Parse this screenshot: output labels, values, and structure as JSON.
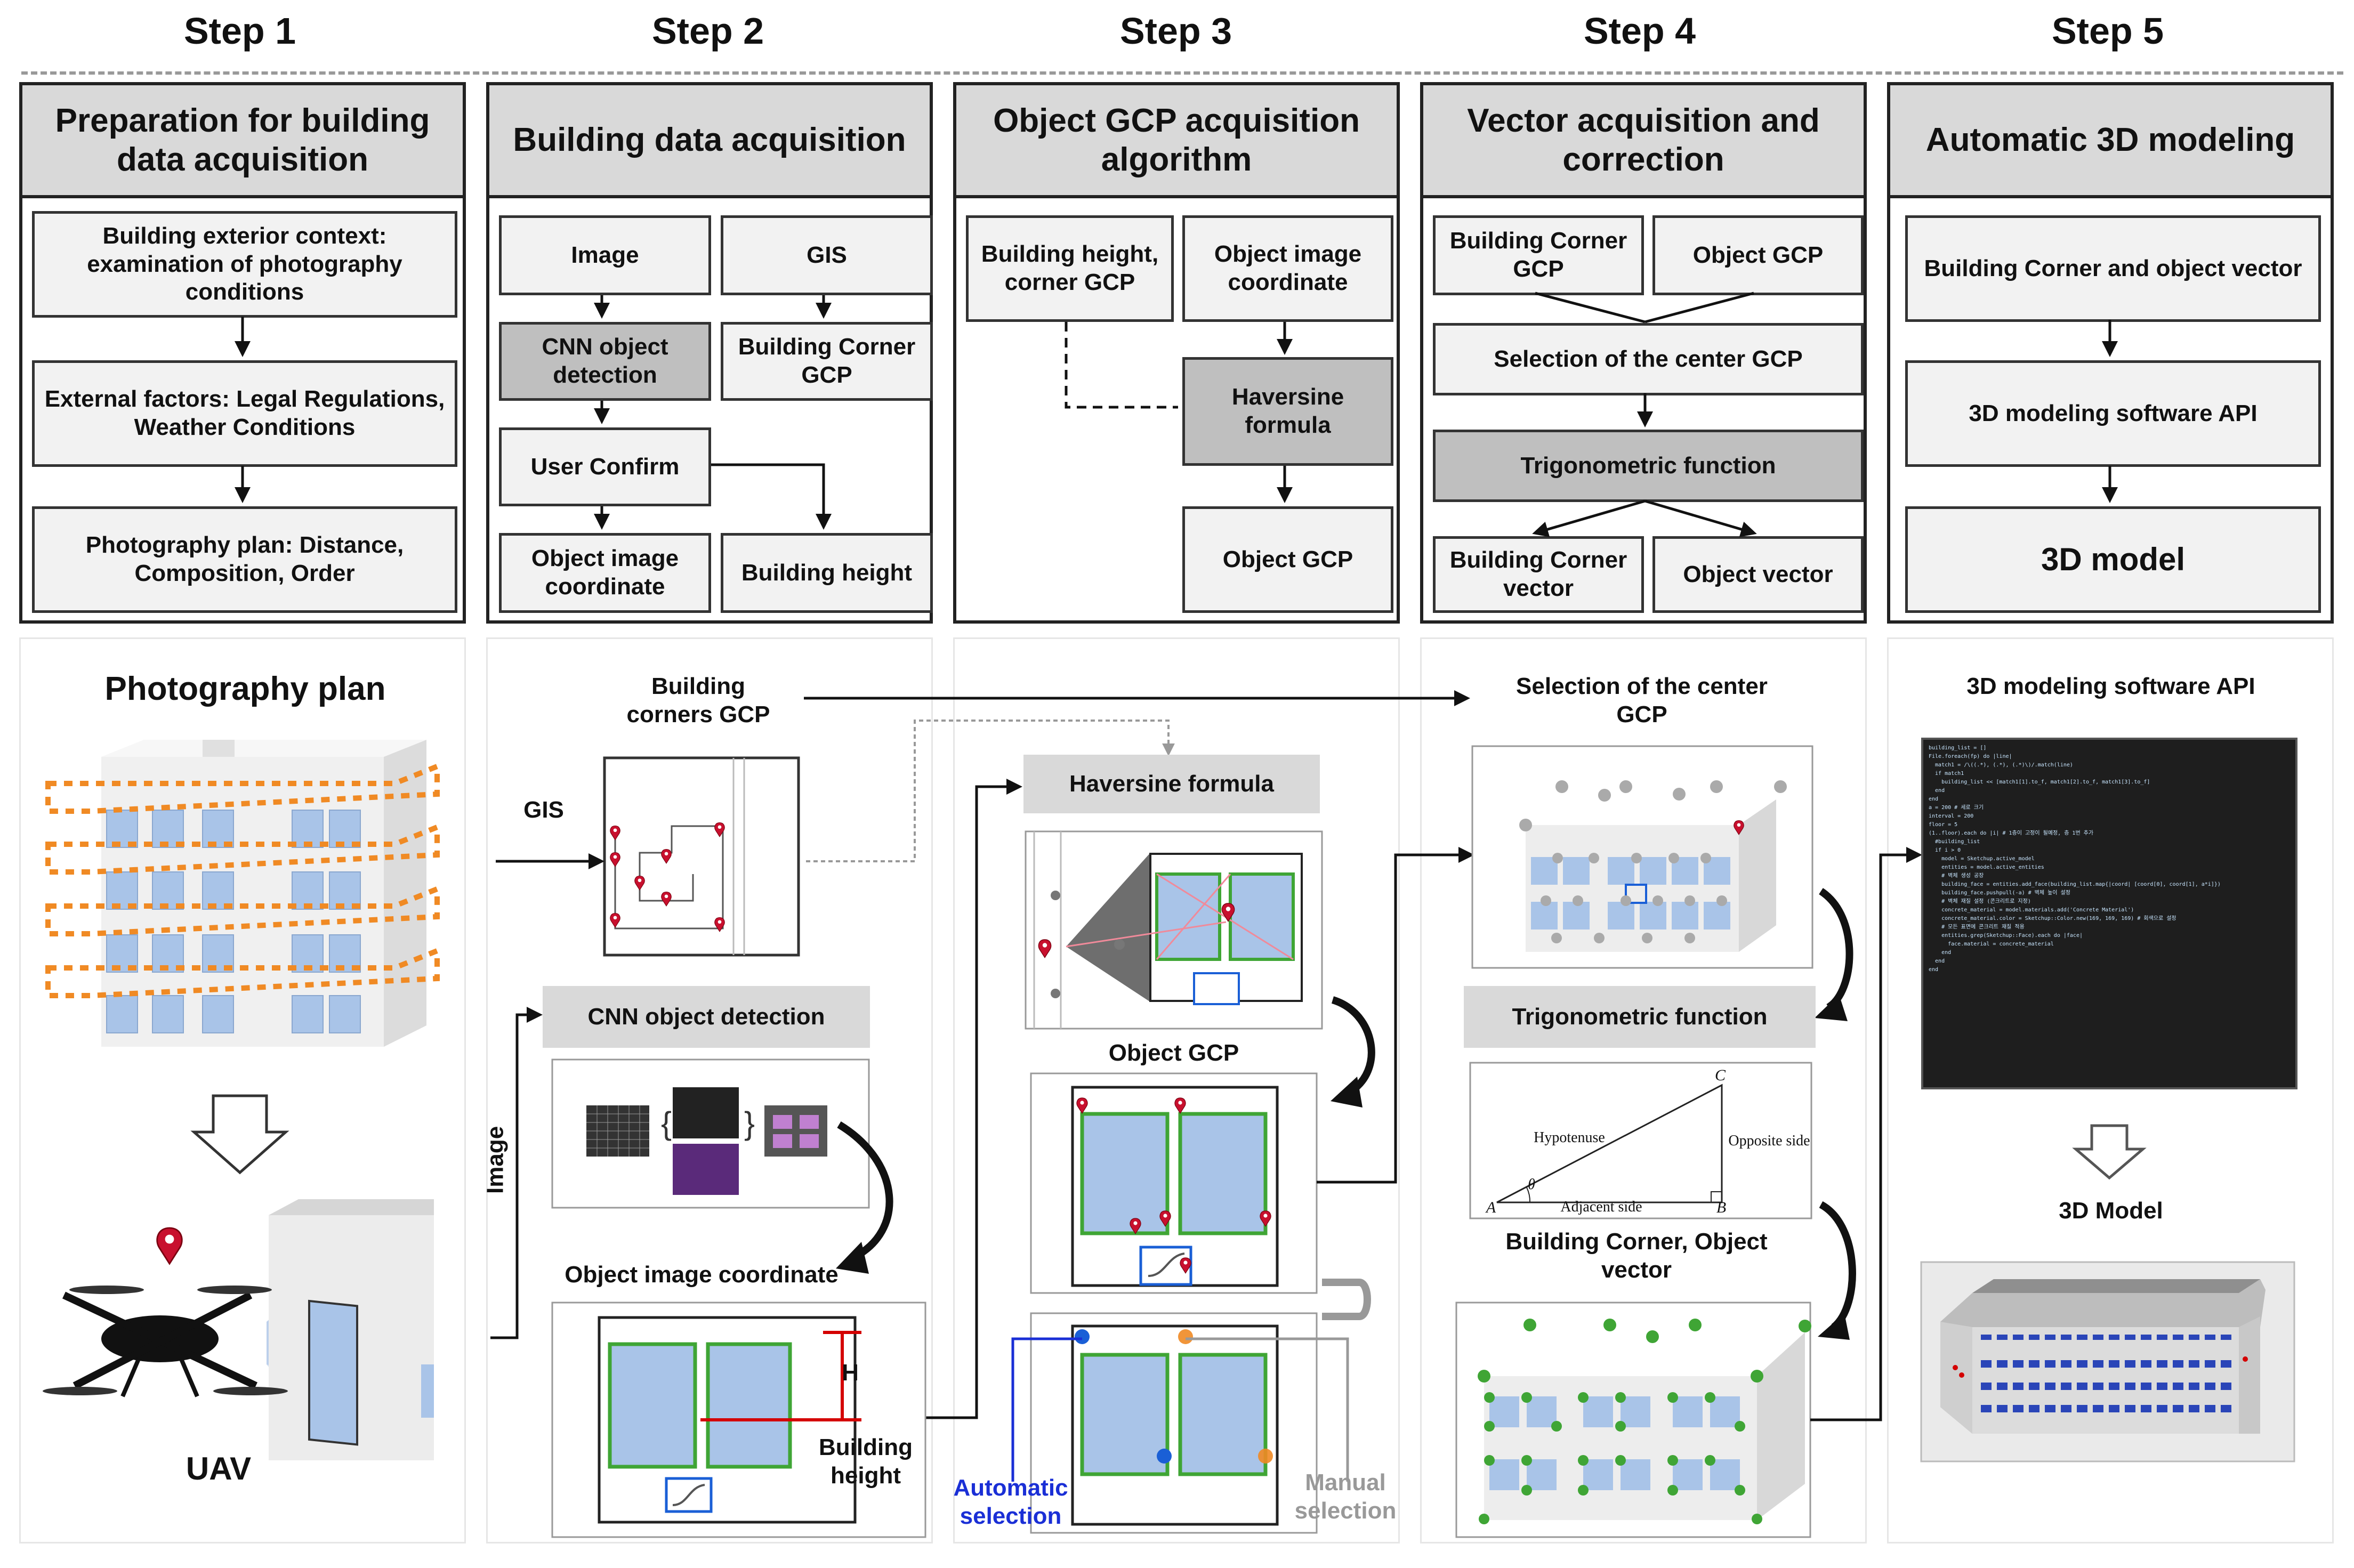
{
  "steps": [
    {
      "title": "Step 1",
      "head": "Preparation for building data acquisition"
    },
    {
      "title": "Step 2",
      "head": "Building data acquisition"
    },
    {
      "title": "Step 3",
      "head": "Object GCP acquisition algorithm"
    },
    {
      "title": "Step 4",
      "head": "Vector acquisition and correction"
    },
    {
      "title": "Step 5",
      "head": "Automatic 3D modeling"
    }
  ],
  "step1": {
    "box1": "Building exterior context: examination of photography conditions",
    "box2": "External factors: Legal Regulations, Weather Conditions",
    "box3": "Photography plan: Distance, Composition, Order"
  },
  "step2": {
    "image": "Image",
    "gis": "GIS",
    "cnn": "CNN object detection",
    "corner_gcp": "Building Corner GCP",
    "user_confirm": "User Confirm",
    "obj_coord": "Object image coordinate",
    "height": "Building height"
  },
  "step3": {
    "bh": "Building height, corner GCP",
    "obj_coord": "Object image coordinate",
    "haversine": "Haversine formula",
    "obj_gcp": "Object GCP"
  },
  "step4": {
    "corner_gcp": "Building Corner GCP",
    "obj_gcp": "Object GCP",
    "selection": "Selection  of the center GCP",
    "trig": "Trigonometric function",
    "corner_vec": "Building Corner vector",
    "obj_vec": "Object vector"
  },
  "step5": {
    "box1": "Building Corner and object vector",
    "box2": "3D modeling software API",
    "box3": "3D model"
  },
  "lower1": {
    "title": "Photography plan",
    "uav": "UAV"
  },
  "lower2": {
    "corners_gcp": "Building corners  GCP",
    "gis": "GIS",
    "cnn": "CNN object detection",
    "image_vert": "Image",
    "obj_coord": "Object image coordinate",
    "h": "H",
    "height": "Building height"
  },
  "lower3": {
    "haversine": "Haversine  formula",
    "obj_gcp": "Object GCP",
    "auto": "Automatic selection",
    "manual": "Manual selection"
  },
  "lower4": {
    "selection": "Selection  of the center GCP",
    "trig": "Trigonometric function",
    "hyp": "Hypotenuse",
    "opp": "Opposite side",
    "adj": "Adjacent side",
    "pa": "A",
    "pb": "B",
    "pc": "C",
    "theta": "θ",
    "vector": "Building Corner, Object vector"
  },
  "lower5": {
    "api": "3D modeling software API",
    "model": "3D Model",
    "code": [
      "building_list = []",
      "",
      "File.foreach(fp) do |line|",
      "  match1 = /\\((.*), (.*), (.*)\\)/.match(line)",
      "  if match1",
      "    building_list << [match1[1].to_f, match1[2].to_f, match1[3].to_f]",
      "  end",
      "end",
      "",
      "a = 200 # 세로 크기",
      "interval = 200",
      "floor = 5",
      "",
      "(1..floor).each do |i| # 1층이 고정이 될예정, 층 1번 추가",
      "",
      "  #building_list",
      "  if i > 0",
      "",
      "    model = Sketchup.active_model",
      "    entities = model.active_entities",
      "",
      "    # 벽체 생성 공장",
      "    building_face = entities.add_face(building_list.map{|coord| [coord[0], coord[1], a*i]})",
      "    building_face.pushpull(-a) # 벽체 높이 설정",
      "",
      "    # 벽체 재질 설정 (콘크리트로 지정)",
      "    concrete_material = model.materials.add('Concrete Material')",
      "    concrete_material.color = Sketchup::Color.new(169, 169, 169) # 회색으로 설정",
      "",
      "    # 모든 표면에 콘크리트 재질 적용",
      "    entities.grep(Sketchup::Face).each do |face|",
      "      face.material = concrete_material",
      "    end",
      "  end",
      "end"
    ]
  }
}
